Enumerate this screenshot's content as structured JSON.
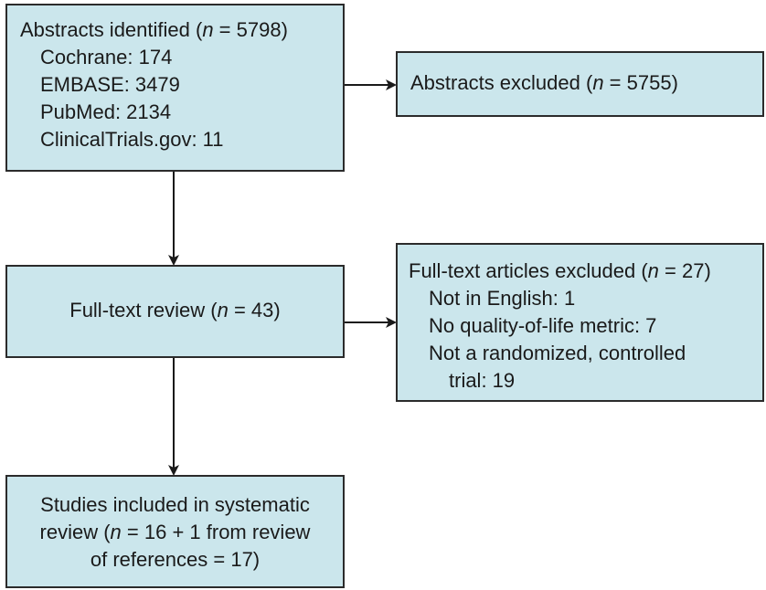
{
  "abstracts_identified": {
    "title_prefix": "Abstracts identified (",
    "n_symbol": "n",
    "title_suffix": " = 5798)",
    "sources": [
      "Cochrane: 174",
      "EMBASE: 3479",
      "PubMed: 2134",
      "ClinicalTrials.gov: 11"
    ]
  },
  "abstracts_excluded": {
    "prefix": "Abstracts excluded (",
    "n_symbol": "n",
    "suffix": " = 5755)"
  },
  "full_text_review": {
    "prefix": "Full-text review (",
    "n_symbol": "n",
    "suffix": " = 43)"
  },
  "full_text_excluded": {
    "title_prefix": "Full-text articles excluded (",
    "n_symbol": "n",
    "title_suffix": " = 27)",
    "reasons": [
      "Not in English: 1",
      "No quality-of-life metric: 7",
      "Not a randomized, controlled",
      "trial: 19"
    ]
  },
  "studies_included": {
    "line1": "Studies included in systematic",
    "line2_prefix": "review (",
    "n_symbol": "n",
    "line2_suffix": " = 16 + 1 from review",
    "line3": "of references = 17)"
  },
  "colors": {
    "box_fill": "#cbe6ec",
    "box_border": "#2b2b2b",
    "arrow": "#1a1a1a"
  }
}
